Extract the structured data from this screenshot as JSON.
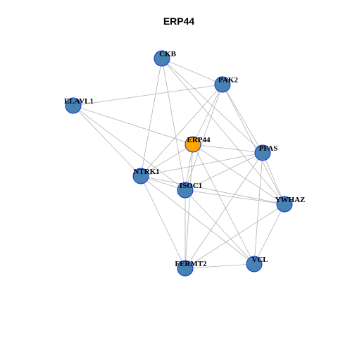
{
  "title": "ERP44",
  "colors": {
    "node_fill": "#4682b4",
    "node_stroke": "#1a33cc",
    "focus_fill": "#ffa500",
    "edge": "#b3b3b3"
  },
  "focus_node": "ERP44",
  "nodes": [
    {
      "id": "CKB",
      "label": "CKB"
    },
    {
      "id": "PAK2",
      "label": "PAK2"
    },
    {
      "id": "ELAVL1",
      "label": "ELAVL1"
    },
    {
      "id": "ERP44",
      "label": "ERP44"
    },
    {
      "id": "PFAS",
      "label": "PFAS"
    },
    {
      "id": "NTRK1",
      "label": "NTRK1"
    },
    {
      "id": "ISOC1",
      "label": "ISOC1"
    },
    {
      "id": "YWHAZ",
      "label": "YWHAZ"
    },
    {
      "id": "FERMT2",
      "label": "FERMT2"
    },
    {
      "id": "VCL",
      "label": "VCL"
    }
  ],
  "edges": [
    [
      "CKB",
      "PAK2"
    ],
    [
      "CKB",
      "PFAS"
    ],
    [
      "CKB",
      "NTRK1"
    ],
    [
      "CKB",
      "ISOC1"
    ],
    [
      "CKB",
      "YWHAZ"
    ],
    [
      "PAK2",
      "ELAVL1"
    ],
    [
      "PAK2",
      "ERP44"
    ],
    [
      "PAK2",
      "PFAS"
    ],
    [
      "PAK2",
      "NTRK1"
    ],
    [
      "PAK2",
      "ISOC1"
    ],
    [
      "PAK2",
      "YWHAZ"
    ],
    [
      "ELAVL1",
      "ERP44"
    ],
    [
      "ELAVL1",
      "NTRK1"
    ],
    [
      "ELAVL1",
      "ISOC1"
    ],
    [
      "ERP44",
      "PFAS"
    ],
    [
      "ERP44",
      "NTRK1"
    ],
    [
      "ERP44",
      "ISOC1"
    ],
    [
      "ERP44",
      "YWHAZ"
    ],
    [
      "ERP44",
      "FERMT2"
    ],
    [
      "ERP44",
      "VCL"
    ],
    [
      "PFAS",
      "NTRK1"
    ],
    [
      "PFAS",
      "ISOC1"
    ],
    [
      "PFAS",
      "YWHAZ"
    ],
    [
      "PFAS",
      "FERMT2"
    ],
    [
      "PFAS",
      "VCL"
    ],
    [
      "NTRK1",
      "ISOC1"
    ],
    [
      "NTRK1",
      "YWHAZ"
    ],
    [
      "NTRK1",
      "FERMT2"
    ],
    [
      "NTRK1",
      "VCL"
    ],
    [
      "ISOC1",
      "YWHAZ"
    ],
    [
      "ISOC1",
      "FERMT2"
    ],
    [
      "ISOC1",
      "VCL"
    ],
    [
      "YWHAZ",
      "FERMT2"
    ],
    [
      "YWHAZ",
      "VCL"
    ],
    [
      "FERMT2",
      "VCL"
    ]
  ]
}
